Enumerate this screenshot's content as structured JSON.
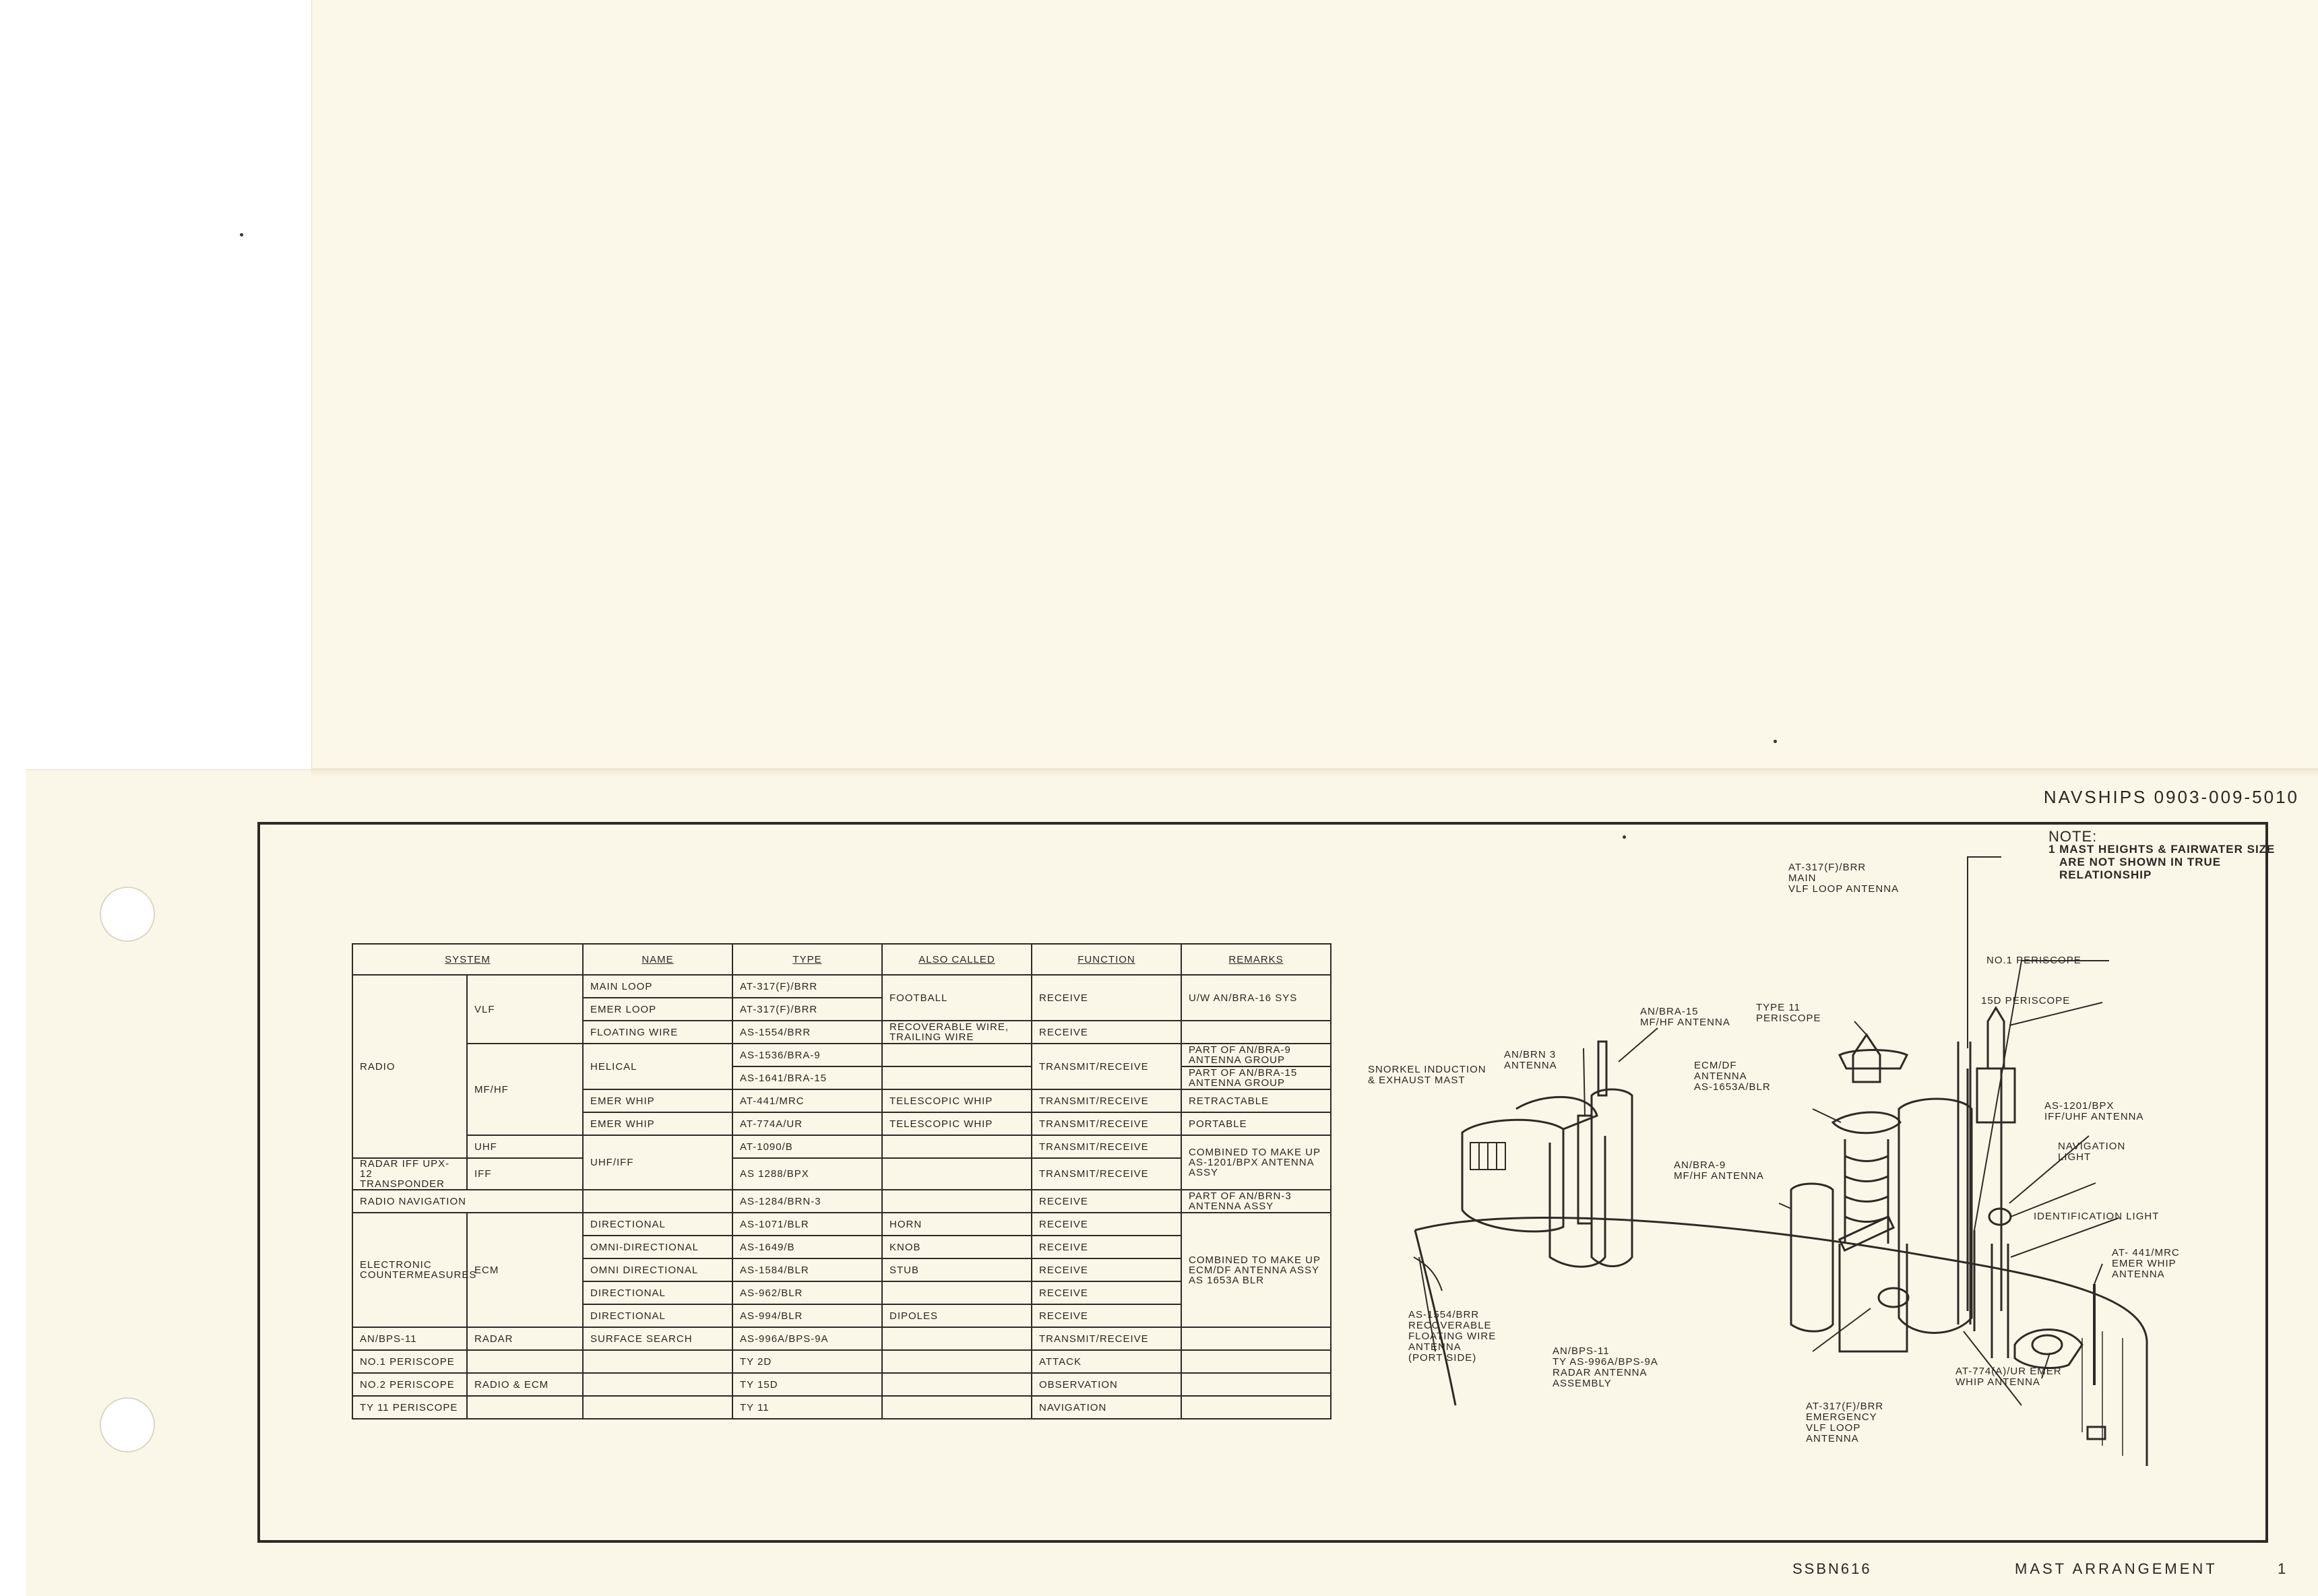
{
  "header": {
    "doc_ref": "NAVSHIPS 0903-009-5010"
  },
  "note": {
    "title": "NOTE:",
    "lines": [
      "1 MAST HEIGHTS & FAIRWATER SIZE",
      "ARE NOT SHOWN IN TRUE RELATIONSHIP"
    ]
  },
  "table": {
    "headers": [
      "SYSTEM",
      "NAME",
      "TYPE",
      "ALSO CALLED",
      "FUNCTION",
      "REMARKS"
    ],
    "system_groups": {
      "radio": "RADIO",
      "vlf": "VLF",
      "mfhf": "MF/HF",
      "uhf": "UHF",
      "radar_iff": "RADAR IFF UPX-12 TRANSPONDER",
      "iff": "IFF",
      "radio_nav": "RADIO NAVIGATION",
      "ecm_sys": "ELECTRONIC COUNTERMEASURES",
      "ecm": "ECM",
      "bps": "AN/BPS-11",
      "radar": "RADAR",
      "p1": "NO.1 PERISCOPE",
      "p2": "NO.2 PERISCOPE",
      "radio_ecm": "RADIO & ECM",
      "ty11": "TY 11 PERISCOPE"
    },
    "names": {
      "main_loop": "MAIN LOOP",
      "emer_loop": "EMER LOOP",
      "floating_wire": "FLOATING WIRE",
      "helical": "HELICAL",
      "emer_whip1": "EMER WHIP",
      "emer_whip2": "EMER WHIP",
      "uhf_iff": "UHF/IFF",
      "dir1": "DIRECTIONAL",
      "omni1": "OMNI-DIRECTIONAL",
      "omni2": "OMNI DIRECTIONAL",
      "dir2": "DIRECTIONAL",
      "dir3": "DIRECTIONAL",
      "surface": "SURFACE SEARCH"
    },
    "types": [
      "AT-317(F)/BRR",
      "AT-317(F)/BRR",
      "AS-1554/BRR",
      "AS-1536/BRA-9",
      "AS-1641/BRA-15",
      "AT-441/MRC",
      "AT-774A/UR",
      "AT-1090/B",
      "AS 1288/BPX",
      "AS-1284/BRN-3",
      "AS-1071/BLR",
      "AS-1649/B",
      "AS-1584/BLR",
      "AS-962/BLR",
      "AS-994/BLR",
      "AS-996A/BPS-9A",
      "TY 2D",
      "TY 15D",
      "TY 11"
    ],
    "also_called": {
      "football": "FOOTBALL",
      "recoverable": "RECOVERABLE WIRE, TRAILING WIRE",
      "tele1": "TELESCOPIC WHIP",
      "tele2": "TELESCOPIC WHIP",
      "horn": "HORN",
      "knob": "KNOB",
      "stub": "STUB",
      "dipoles": "DIPOLES"
    },
    "functions": {
      "vlf_receive": "RECEIVE",
      "fw_receive": "RECEIVE",
      "helical_tr": "TRANSMIT/RECEIVE",
      "whip1_tr": "TRANSMIT/RECEIVE",
      "whip2_tr": "TRANSMIT/RECEIVE",
      "uhf_tr": "TRANSMIT/RECEIVE",
      "iff_tr": "TRANSMIT/RECEIVE",
      "nav_receive": "RECEIVE",
      "ecm_r1": "RECEIVE",
      "ecm_r2": "RECEIVE",
      "ecm_r3": "RECEIVE",
      "ecm_r4": "RECEIVE",
      "ecm_r5": "RECEIVE",
      "radar_tr": "TRANSMIT/RECEIVE",
      "attack": "ATTACK",
      "observation": "OBSERVATION",
      "navigation": "NAVIGATION"
    },
    "remarks": {
      "vlf": "U/W AN/BRA-16 SYS",
      "bra9": "PART OF AN/BRA-9 ANTENNA GROUP",
      "bra15": "PART OF AN/BRA-15 ANTENNA GROUP",
      "retractable": "RETRACTABLE",
      "portable": "PORTABLE",
      "combined_bpx": "COMBINED TO MAKE UP AS-1201/BPX ANTENNA ASSY",
      "brn3": "PART OF AN/BRN-3 ANTENNA ASSY",
      "combined_ecm": "COMBINED TO MAKE UP ECM/DF ANTENNA ASSY AS 1653A BLR"
    }
  },
  "callouts": {
    "vlf_main": "AT-317(F)/BRR\nMAIN\nVLF LOOP ANTENNA",
    "periscope1": "NO.1 PERISCOPE",
    "periscope15d": "15D PERISCOPE",
    "bra15": "AN/BRA-15\nMF/HF ANTENNA",
    "type11": "TYPE 11\nPERISCOPE",
    "brn3": "AN/BRN 3\nANTENNA",
    "snorkel": "SNORKEL INDUCTION\n& EXHAUST MAST",
    "ecm_df": "ECM/DF\nANTENNA\nAS-1653A/BLR",
    "bra9": "AN/BRA-9\nMF/HF ANTENNA",
    "as1201": "AS-1201/BPX\nIFF/UHF ANTENNA",
    "nav_light": "NAVIGATION\nLIGHT",
    "id_light": "IDENTIFICATION LIGHT",
    "at441": "AT- 441/MRC\nEMER WHIP\nANTENNA",
    "as1554": "AS-1554/BRR\nRECOVERABLE\nFLOATING WIRE\nANTENNA\n(PORT SIDE)",
    "bps11": "AN/BPS-11\nTY AS-996A/BPS-9A\nRADAR ANTENNA\nASSEMBLY",
    "at774": "AT-774(A)/UR EMER\nWHIP ANTENNA",
    "vlf_emer": "AT-317(F)/BRR\nEMERGENCY\nVLF LOOP\nANTENNA"
  },
  "footer": {
    "hull": "SSBN616",
    "title": "MAST ARRANGEMENT",
    "page": "1"
  }
}
